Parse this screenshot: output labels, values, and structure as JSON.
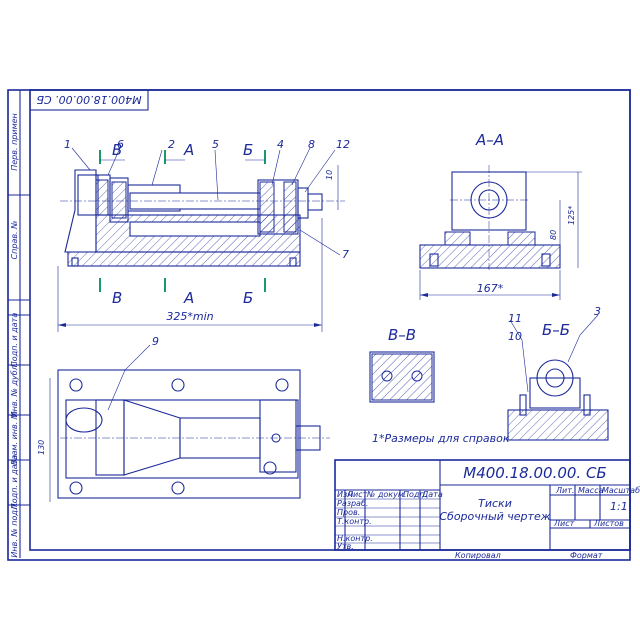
{
  "frame": {
    "stamp_rotated": "М400.18.00.00. СБ",
    "side_labels": [
      "Перв. примен",
      "Справ. №",
      "Подп. и дата",
      "Инв. № дубл.",
      "Взам. инв. №",
      "Подп. и дата",
      "Инв. № подл."
    ]
  },
  "main_view": {
    "part_numbers": [
      "1",
      "6",
      "2",
      "5",
      "4",
      "8",
      "12",
      "7"
    ],
    "section_marks": {
      "b_top": "В",
      "a_top": "А",
      "bb_top": "Б",
      "b_bottom": "В",
      "a_bottom": "А",
      "bb_bottom": "Б"
    },
    "overall_dim": "325*min",
    "side_dim": "10"
  },
  "section_aa": {
    "title": "А–А",
    "dim_width": "167*",
    "dim_h1": "80",
    "dim_h2": "125*"
  },
  "section_vv": {
    "title": "В–В"
  },
  "section_bb": {
    "title": "Б–Б",
    "labels": [
      "11",
      "10",
      "3"
    ]
  },
  "plan_view": {
    "part_label": "9",
    "dim_height": "130"
  },
  "note": "1*Размеры для справок",
  "title_block": {
    "designation": "М400.18.00.00. СБ",
    "name_line1": "Тиски",
    "name_line2": "Сборочный чертеж",
    "col_headers": [
      "Изм",
      "Лист",
      "№ докум.",
      "Подп.",
      "Дата"
    ],
    "row_labels": [
      "Разраб.",
      "Пров.",
      "Т.контр.",
      "Н.контр.",
      "Утв."
    ],
    "lit": "Лит.",
    "mass": "Масса",
    "scale": "Масштаб",
    "scale_value": "1:1",
    "sheet": "Лист",
    "sheets": "Листов",
    "copied": "Копировал",
    "format": "Формат"
  }
}
